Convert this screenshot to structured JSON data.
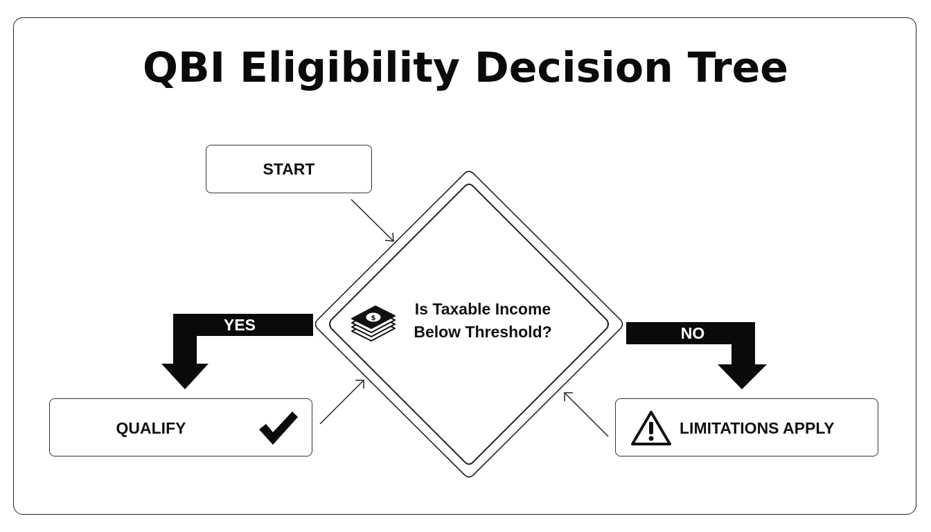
{
  "title": "QBI Eligibility Decision Tree",
  "nodes": {
    "start": "START",
    "question": "Is Taxable Income Below Threshold?",
    "qualify": "QUALIFY",
    "limitations": "LIMITATIONS APPLY"
  },
  "branches": {
    "yes": "YES",
    "no": "NO"
  },
  "icons": {
    "question": "money-stack-icon",
    "qualify": "checkmark-icon",
    "limitations": "warning-triangle-icon"
  },
  "colors": {
    "ink": "#111111",
    "background": "#ffffff"
  }
}
